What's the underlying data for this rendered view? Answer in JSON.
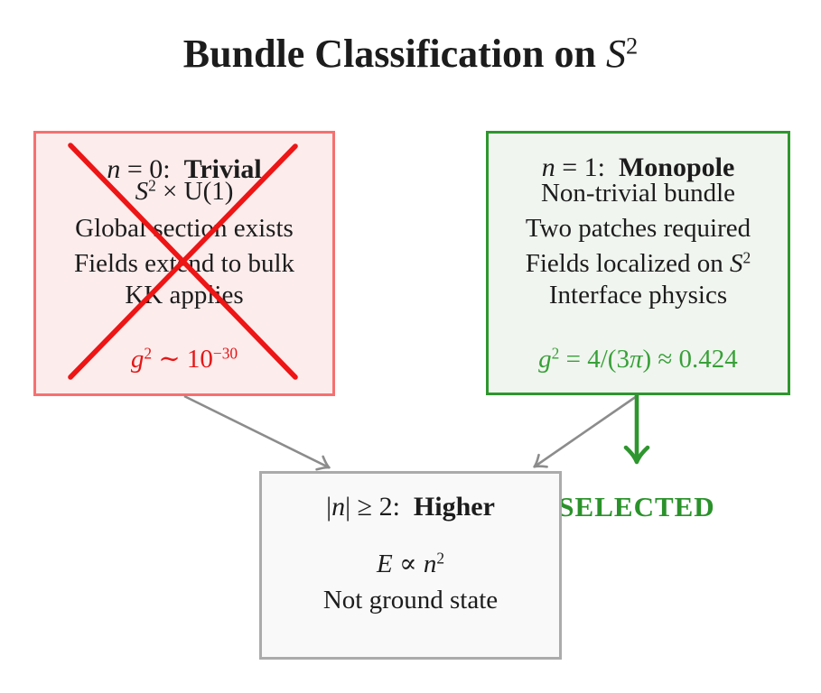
{
  "title": {
    "segments": [
      {
        "t": "Bundle Classification on ",
        "s": "bf"
      },
      {
        "t": "S",
        "s": "it"
      },
      {
        "t": "2",
        "s": "sup"
      }
    ]
  },
  "boxes": {
    "trivial": {
      "heading": [
        {
          "t": "n",
          "s": "it"
        },
        {
          "t": " = 0: ",
          "s": "rm"
        },
        {
          "t": "Trivial",
          "s": "bf"
        }
      ],
      "lines": [
        [
          {
            "t": "S",
            "s": "it"
          },
          {
            "t": "2",
            "s": "sup"
          },
          {
            "t": " × U(1)",
            "s": "rm"
          }
        ],
        [
          {
            "t": "Global section exists",
            "s": "rm"
          }
        ],
        [
          {
            "t": "Fields extend to bulk",
            "s": "rm"
          }
        ],
        [
          {
            "t": "KK applies",
            "s": "rm"
          }
        ]
      ],
      "formula": [
        {
          "t": "g",
          "s": "it"
        },
        {
          "t": "2",
          "s": "sup"
        },
        {
          "t": " ∼ 10",
          "s": "rm"
        },
        {
          "t": "−30",
          "s": "sup"
        }
      ],
      "colors": {
        "border": "#f57070",
        "background": "#fdecec",
        "accent": "#e51616"
      },
      "crossed_out": true
    },
    "monopole": {
      "heading": [
        {
          "t": "n",
          "s": "it"
        },
        {
          "t": " = 1: ",
          "s": "rm"
        },
        {
          "t": "Monopole",
          "s": "bf"
        }
      ],
      "lines": [
        [
          {
            "t": "Non-trivial bundle",
            "s": "rm"
          }
        ],
        [
          {
            "t": "Two patches required",
            "s": "rm"
          }
        ],
        [
          {
            "t": "Fields localized on ",
            "s": "rm"
          },
          {
            "t": "S",
            "s": "it"
          },
          {
            "t": "2",
            "s": "sup"
          }
        ],
        [
          {
            "t": "Interface physics",
            "s": "rm"
          }
        ]
      ],
      "formula": [
        {
          "t": "g",
          "s": "it"
        },
        {
          "t": "2",
          "s": "sup"
        },
        {
          "t": " = 4/(3",
          "s": "rm"
        },
        {
          "t": "π",
          "s": "it"
        },
        {
          "t": ") ≈ 0.424",
          "s": "rm"
        }
      ],
      "colors": {
        "border": "#2e962e",
        "background": "#f0f5ef",
        "accent": "#38a038"
      },
      "crossed_out": false
    },
    "higher": {
      "heading": [
        {
          "t": "|",
          "s": "rm"
        },
        {
          "t": "n",
          "s": "it"
        },
        {
          "t": "| ≥ 2: ",
          "s": "rm"
        },
        {
          "t": "Higher",
          "s": "bf"
        }
      ],
      "lines": [
        [
          {
            "t": "E",
            "s": "it"
          },
          {
            "t": " ∝ ",
            "s": "rm"
          },
          {
            "t": "n",
            "s": "it"
          },
          {
            "t": "2",
            "s": "sup"
          }
        ],
        [
          {
            "t": "Not ground state",
            "s": "rm"
          }
        ]
      ],
      "colors": {
        "border": "#ababab",
        "background": "#f9f9f9"
      }
    }
  },
  "selected": {
    "label": "SELECTED",
    "color": "#2a922a"
  },
  "connectors": {
    "arrow_gray_color": "#8c8c8c",
    "arrow_green_color": "#2e962e",
    "cross_color": "#ed1515"
  }
}
